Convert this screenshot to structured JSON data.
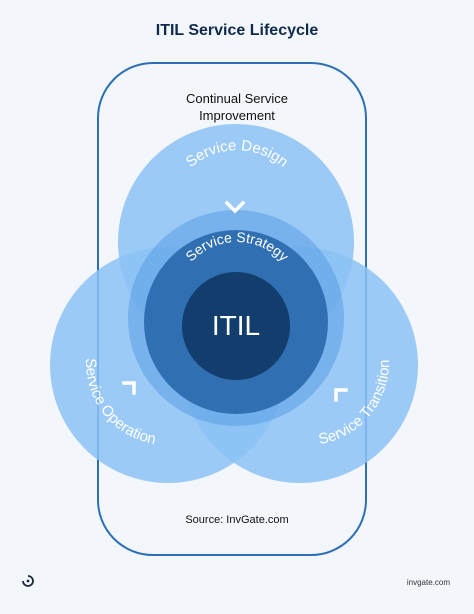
{
  "title": "ITIL Service Lifecycle",
  "outer_label": "Continual Service Improvement",
  "outer_label_lines": [
    "Continual Service",
    "Improvement"
  ],
  "circles": {
    "top": "Service Design",
    "left": "Service Operation",
    "right": "Service Transition",
    "middle": "Service Strategy",
    "core": "ITIL"
  },
  "source": "Source: InvGate.com",
  "footer_url": "invgate.com",
  "icons": [
    "chevron-down-icon",
    "corner-bracket-icon",
    "invgate-logo"
  ],
  "colors": {
    "title": "#102a4c",
    "frame": "#2a6fb8",
    "outer_circle": "#8cc2f5",
    "strategy_ring": "#2f6fb2",
    "core": "#123d6c"
  }
}
